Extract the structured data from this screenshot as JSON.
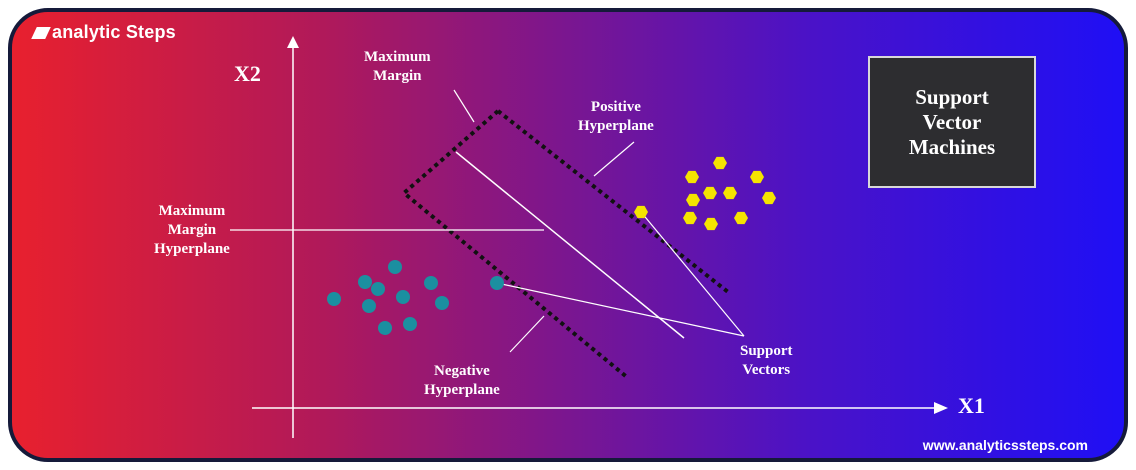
{
  "brand": {
    "logo_text": "analytic Steps",
    "url": "www.analyticssteps.com"
  },
  "title": "Support\nVector\nMachines",
  "axes": {
    "x_label": "X1",
    "y_label": "X2"
  },
  "labels": {
    "maximum_margin": "Maximum\nMargin",
    "positive_hyperplane": "Positive\nHyperplane",
    "maximum_margin_hyperplane": "Maximum\nMargin\nHyperplane",
    "negative_hyperplane": "Negative\nHyperplane",
    "support_vectors": "Support\nVectors"
  },
  "colors": {
    "positive_class": "#f5e400",
    "negative_class": "#1b8fa0",
    "line": "#ffffff",
    "margin_boundary": "#111111"
  },
  "classes": [
    {
      "name": "positive",
      "count": 11
    },
    {
      "name": "negative",
      "count": 11
    }
  ]
}
